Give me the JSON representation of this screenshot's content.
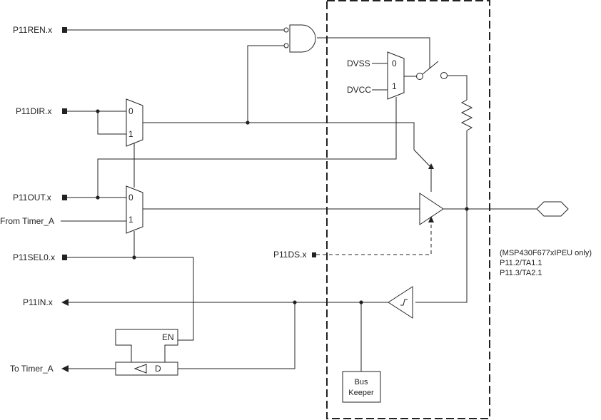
{
  "signals": {
    "p11ren": "P11REN.x",
    "p11dir": "P11DIR.x",
    "p11out": "P11OUT.x",
    "from_timer": "From Timer_A",
    "p11sel0": "P11SEL0.x",
    "p11in": "P11IN.x",
    "to_timer": "To Timer_A",
    "p11ds": "P11DS.x"
  },
  "supply": {
    "dvss": "DVSS",
    "dvcc": "DVCC"
  },
  "mux": {
    "zero": "0",
    "one": "1"
  },
  "latch": {
    "enable": "EN",
    "data": "D"
  },
  "bus_keeper": {
    "line1": "Bus",
    "line2": "Keeper"
  },
  "notes": [
    "(MSP430F677xIPEU only)",
    "P11.2/TA1.1",
    "P11.3/TA2.1"
  ]
}
